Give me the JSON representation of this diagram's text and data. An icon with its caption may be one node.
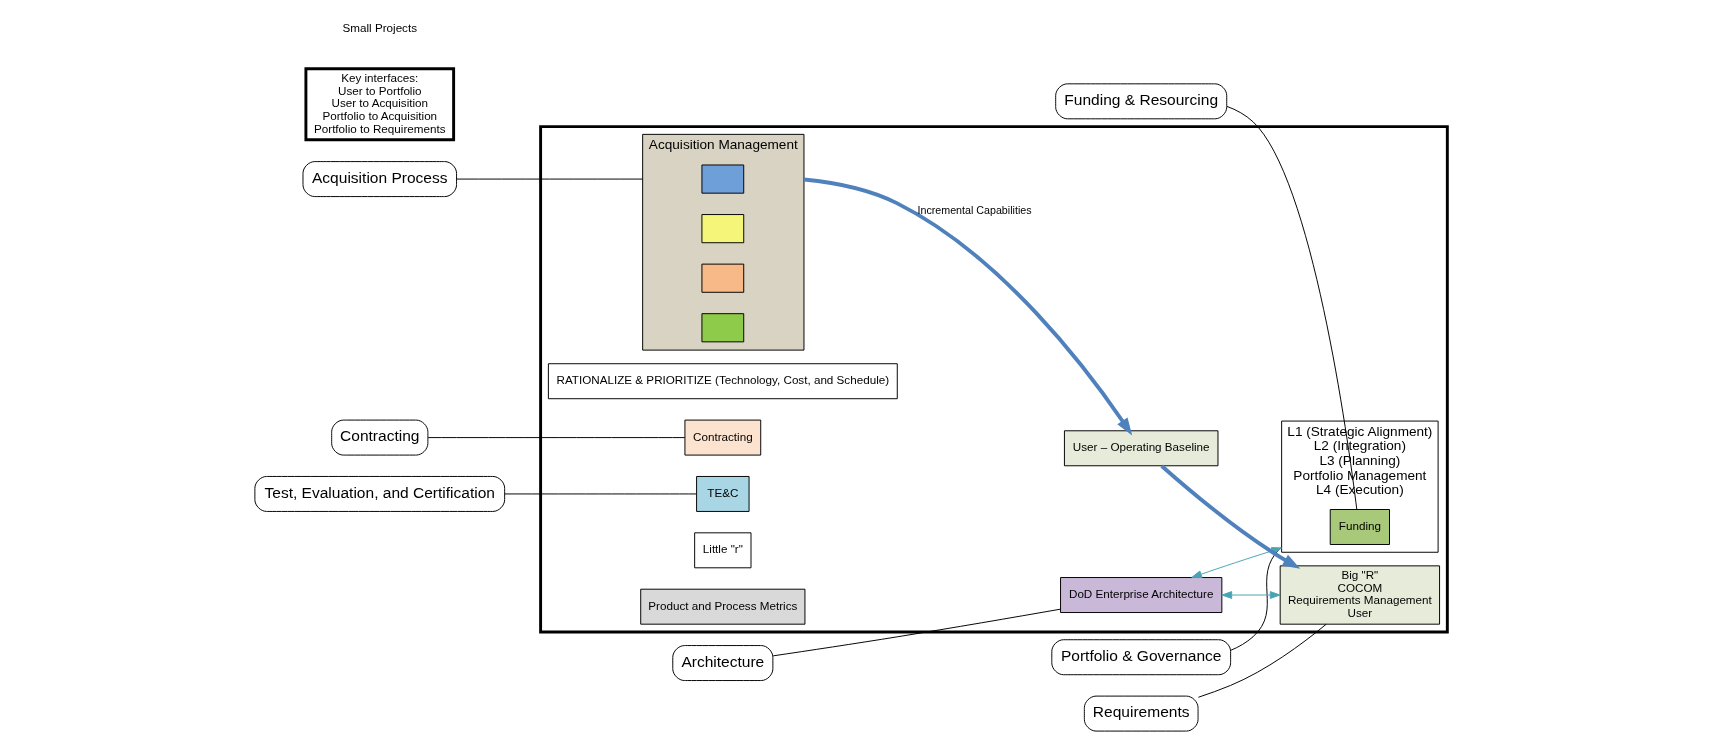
{
  "diagram": {
    "nodes": [
      {
        "text": [
          "Funding & Resourcing"
        ]
      },
      {
        "text": [
          "Portfolio & Governance"
        ]
      },
      {
        "text": [
          "Architecture"
        ]
      },
      {
        "text": [
          "Acquisition Process"
        ]
      },
      {
        "text": [
          "Requirements"
        ]
      },
      {
        "text": [
          "Contracting"
        ]
      },
      {
        "text": [
          "Test, Evaluation, and Certification"
        ]
      },
      {
        "text": [],
        "shape": "box"
      },
      {
        "text": [
          "DoD Enterprise Architecture"
        ],
        "in": 7
      },
      {
        "text": [
          "Big \"R\"",
          "COCOM",
          "Requirements Management",
          "User"
        ],
        "in": 7
      },
      {
        "text": [
          "RATIONALIZE & PRIORITIZE (Technology, Cost, and Schedule)"
        ],
        "in": 7
      },
      {
        "text": [
          "L1 (Strategic Alignment)",
          "L2 (Integration)",
          "L3 (Planning)",
          "Portfolio Management",
          "L4 (Execution)"
        ],
        "in": 7
      },
      {
        "text": [
          "Funding"
        ],
        "in": 11
      },
      {
        "text": [
          "Acquisition Management"
        ],
        "in": 7
      },
      {
        "text": [],
        "shape": "box",
        "in": 13
      },
      {
        "text": [],
        "shape": "box",
        "in": 13
      },
      {
        "text": [],
        "shape": "box",
        "in": 13
      },
      {
        "text": [],
        "shape": "box",
        "in": 13
      },
      {
        "text": [
          "Contracting"
        ],
        "in": 7
      },
      {
        "text": [
          "TE&C"
        ],
        "in": 7
      },
      {
        "text": [
          "Little \"r\""
        ],
        "in": 7
      },
      {
        "text": [
          "User – Operating Baseline"
        ],
        "in": 7
      },
      {
        "text": [
          "Product and Process Metrics"
        ],
        "in": 7
      },
      {
        "text": [
          "Key interfaces:",
          "User to Portfolio",
          "User to Acquisition",
          "Portfolio to Acquisition",
          "Portfolio to Requirements"
        ]
      }
    ],
    "edges": [
      {
        "from": 2,
        "to": 8,
        "arrow": "none"
      },
      {
        "from": 0,
        "to": 12,
        "arrow": "none"
      },
      {
        "from": 1,
        "to": 11,
        "arrow": "none"
      },
      {
        "from": 3,
        "to": 13,
        "arrow": "none"
      },
      {
        "from": 4,
        "to": 9,
        "arrow": "none"
      },
      {
        "from": 5,
        "to": 18,
        "arrow": "none"
      },
      {
        "from": 6,
        "to": 19,
        "arrow": "none"
      },
      {
        "from": 8,
        "to": 11,
        "arrow": "both",
        "color": "#4aa3b5"
      },
      {
        "from": 8,
        "to": 9,
        "arrow": "both",
        "color": "#4aa3b5"
      },
      {
        "from": 13,
        "to": 21,
        "arrow": "to",
        "label": "Incremental Capabilities",
        "style": "thick",
        "color": "#4f81bd"
      },
      {
        "from": 21,
        "to": 9,
        "arrow": "to",
        "style": "thick",
        "color": "#4f81bd"
      }
    ],
    "labels": [
      "Small Projects"
    ]
  }
}
